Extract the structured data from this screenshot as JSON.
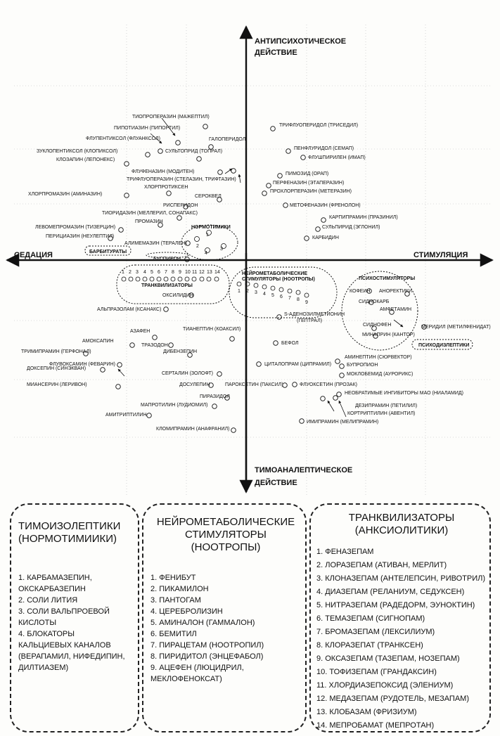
{
  "axes": {
    "top": [
      "АНТИПСИХОТИЧЕСКОЕ",
      "ДЕЙСТВИЕ"
    ],
    "bottom": [
      "ТИМОАНАЛЕПТИЧЕСКОЕ",
      "ДЕЙСТВИЕ"
    ],
    "left": "СЕДАЦИЯ",
    "right": "СТИМУЛЯЦИЯ"
  },
  "drugs": [
    {
      "label": "ТИОПРОПЕРАЗИН (МАЖЕПТИЛ)"
    },
    {
      "label": "ПИПОТИАЗИН (ПИПОРТИЛ)"
    },
    {
      "label": "ФЛУПЕНТИКСОЛ (ФЛУАНКСОЛ)"
    },
    {
      "label": "ГАЛОПЕРИДОЛ"
    },
    {
      "label": "СУЛЬТОПРИД (ТОПРАЛ)"
    },
    {
      "label": "ЗУКЛОПЕНТИКСОЛ (КЛОПИКСОЛ)"
    },
    {
      "label": "КЛОЗАПИН (ЛЕПОНЕКС)"
    },
    {
      "label": "ФЛУФЕНАЗИН (МОДИТЕН)"
    },
    {
      "label": "ТРИФЛУОПЕРАЗИН (СТЕЛАЗИН, ТРИФТАЗИН)"
    },
    {
      "label": "ХЛОРПРОТИКСЕН"
    },
    {
      "label": "ХЛОРПРОМАЗИН (АМИНАЗИН)"
    },
    {
      "label": "СЕРОКВЕЛ"
    },
    {
      "label": "РИСПЕРИДОН"
    },
    {
      "label": "ТИОРИДАЗИН (МЕЛЛЕРИЛ, СОНАПАКС)"
    },
    {
      "label": "ПРОМАЗИН"
    },
    {
      "label": "ЛЕВОМЕПРОМАЗИН (ТИЗЕРЦИН)"
    },
    {
      "label": "ПЕРИЦИАЗИН (НЕУЛЕПТИЛ)"
    },
    {
      "label": "АЛИМЕМАЗИН (ТЕРАЛЕН)"
    },
    {
      "label": "БУСПИРОН"
    },
    {
      "label": "ТРИФЛУОПЕРИДОЛ (ТРИСЕДИЛ)"
    },
    {
      "label": "ПЕНФЛУРИДОЛ (СЕМАП)"
    },
    {
      "label": "ФЛУШПИРИЛЕН (ИМАП)"
    },
    {
      "label": "ПИМОЗИД (ОРАП)"
    },
    {
      "label": "ПЕРФЕНАЗИН (ЭТАПЕРАЗИН)"
    },
    {
      "label": "ПРОХЛОРПЕРАЗИН (МЕТЕРАЗИН)"
    },
    {
      "label": "МЕТОФЕНАЗИН (ФРЕНОЛОН)"
    },
    {
      "label": "КАРПИПРАМИН (ПРАЗИНИЛ)"
    },
    {
      "label": "СУЛЬПИРИД (ЭГЛОНИЛ)"
    },
    {
      "label": "КАРБИДИН"
    },
    {
      "label": "ОКСИЛИДИН"
    },
    {
      "label": "АЛЬПРАЗОЛАМ (КСАНАКС)"
    },
    {
      "label": "S-АДЕНОЗИЛМЕТИОНИН (ГЕПТРАЛ)"
    },
    {
      "label": "КОФЕИН"
    },
    {
      "label": "АНОРЕКТИКИ"
    },
    {
      "label": "СИДНОКАРБ"
    },
    {
      "label": "АМФЕТАМИН"
    },
    {
      "label": "СИДНОФЕН"
    },
    {
      "label": "МЕРИДИЛ (МЕТИЛФЕНИДАТ)"
    },
    {
      "label": "МИНАПРИН (КАНТОР)"
    },
    {
      "label": "АЗАФЕН"
    },
    {
      "label": "ТИАНЕПТИН (КОАКСИЛ)"
    },
    {
      "label": "АМОКСАПИН"
    },
    {
      "label": "ТРАЗОДОН"
    },
    {
      "label": "ДИБЕНЗЕПИН"
    },
    {
      "label": "ТРИМИПРАМИН (ГЕРФОНАЛ)"
    },
    {
      "label": "ФЛУВОКСАМИН (ФЕВАРИН)"
    },
    {
      "label": "ДОКСЕПИН (СИНЭКВАН)"
    },
    {
      "label": "МИАНСЕРИН (ЛЕРИВОН)"
    },
    {
      "label": "СЕРТАЛИН (ЗОЛОФТ)"
    },
    {
      "label": "ДОСУЛЕПИН"
    },
    {
      "label": "ПАРОКСЕТИН (ПАКСИЛ)"
    },
    {
      "label": "ПИРАЗИДОЛ"
    },
    {
      "label": "МАПРОТИЛИН (ЛУДИОМИЛ)"
    },
    {
      "label": "АМИТРИПТИЛИН"
    },
    {
      "label": "КЛОМИПРАМИН (АНАФРАНИЛ)"
    },
    {
      "label": "БЕФОЛ"
    },
    {
      "label": "ЦИТАЛОПРАМ (ЦИПРАМИЛ)"
    },
    {
      "label": "АМИНЕПТИН (СЮРВЕКТОР)"
    },
    {
      "label": "БУПРОПИОН"
    },
    {
      "label": "МОКЛОБЕМИД (АУРОРИКС)"
    },
    {
      "label": "ФЛУОКСЕТИН (ПРОЗАК)"
    },
    {
      "label": "НЕОБРАТИМЫЕ ИНГИБИТОРЫ МАО (НИАЛАМИД)"
    },
    {
      "label": "ДЕЗИПРАМИН (ПЕТИЛИЛ)"
    },
    {
      "label": "КОРТРИПТИЛИН (АВЕНТИЛ)"
    },
    {
      "label": "ИМИПРАМИН (МЕЛИПРАМИН)"
    }
  ],
  "groups": {
    "barbiturates": "БАРБИТУРАТЫ",
    "normotimics": "НОРМОТИМИКИ",
    "normotimic_numbers": [
      "1",
      "2",
      "3",
      "4"
    ],
    "tranquilizers": "ТРАНКВИЛИЗАТОРЫ",
    "tranq_numbers": [
      "1",
      "2",
      "3",
      "4",
      "5",
      "6",
      "7",
      "8",
      "9",
      "10",
      "11",
      "12",
      "13",
      "14"
    ],
    "nootropics": [
      "НЕЙРОМЕТАБОЛИЧЕСКИЕ",
      "СТИМУЛЯТОРЫ (НООТРОПЫ)"
    ],
    "nootropic_numbers": [
      "1",
      "2",
      "3",
      "4",
      "5",
      "6",
      "7",
      "8",
      "9"
    ],
    "psychostimulants": "ПСИХОСТИМУЛЯТОРЫ",
    "psychodysleptics": "ПСИХОДИЗЛЕПТИКИ"
  },
  "legend": {
    "thymoisoleptics": {
      "title": [
        "ТИМОИЗОЛЕПТИКИ",
        "(НОРМОТИМИИКИ)"
      ],
      "items": [
        "1. КАРБАМАЗЕПИН,",
        "ОКСКАРБАЗЕПИН",
        "2. СОЛИ ЛИТИЯ",
        "3. СОЛИ ВАЛЬПРОЕВОЙ",
        "КИСЛОТЫ",
        "4. БЛОКАТОРЫ",
        "КАЛЬЦИЕВЫХ КАНАЛОВ",
        "(ВЕРАПАМИЛ, НИФЕДИПИН,",
        "ДИЛТИАЗЕМ)"
      ]
    },
    "nootropics": {
      "title": [
        "НЕЙРОМЕТАБОЛИЧЕСКИЕ",
        "СТИМУЛЯТОРЫ",
        "(НООТРОПЫ)"
      ],
      "items": [
        "1. ФЕНИБУТ",
        "2. ПИКАМИЛОН",
        "3. ПАНТОГАМ",
        "4. ЦЕРЕБРОЛИЗИН",
        "5. АМИНАЛОН (ГАММАЛОН)",
        "6. БЕМИТИЛ",
        "7. ПИРАЦЕТАМ (НООТРОПИЛ)",
        "8. ПИРИДИТОЛ (ЭНЦЕФАБОЛ)",
        "9. АЦЕФЕН (ЛЮЦИДРИЛ,",
        "МЕКЛОФЕНОКСАТ)"
      ]
    },
    "tranquilizers": {
      "title": [
        "ТРАНКВИЛИЗАТОРЫ",
        "(АНКСИОЛИТИКИ)"
      ],
      "items": [
        "1. ФЕНАЗЕПАМ",
        "2. ЛОРАЗЕПАМ (АТИВАН, МЕРЛИТ)",
        "3. КЛОНАЗЕПАМ (АНТЕЛЕПСИН, РИВОТРИЛ)",
        "4. ДИАЗЕПАМ (РЕЛАНИУМ, СЕДУКСЕН)",
        "5. НИТРАЗЕПАМ (РАДЕДОРМ, ЭУНОКТИН)",
        "6. ТЕМАЗЕПАМ (СИГНОПАМ)",
        "7. БРОМАЗЕПАМ (ЛЕКСИЛИУМ)",
        "8. КЛОРАЗЕПАТ (ТРАНКСЕН)",
        "9. ОКСАЗЕПАМ (ТАЗЕПАМ, НОЗЕПАМ)",
        "10. ТОФИЗЕПАМ (ГРАНДАКСИН)",
        "11. ХЛОРДИАЗЕПОКСИД (ЭЛЕНИУМ)",
        "12. МЕДАЗЕПАМ (РУДОТЕЛЬ, МЕЗАПАМ)",
        "13. КЛОБАЗАМ (ФРИЗИУМ)",
        "14. МЕПРОБАМАТ (МЕПРОТАН)"
      ]
    }
  }
}
